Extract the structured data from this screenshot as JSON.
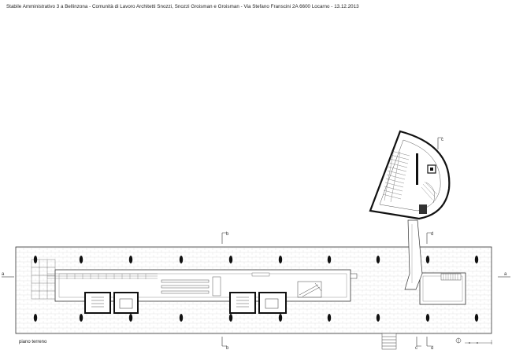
{
  "header": {
    "title": "Stabile Amministrativo 3 a Bellinzona",
    "architects": "Comunità di Lavoro Architetti Snozzi, Snozzi Groisman e Groisman",
    "address": "Via Stefano Franscini 2A 6600 Locarno",
    "date": "13.12.2013",
    "separator": " - "
  },
  "plan": {
    "floor_label": "piano terreno",
    "section_markers": {
      "a": "a",
      "b": "b",
      "c": "c",
      "d": "d"
    }
  },
  "colors": {
    "line": "#222222",
    "wall": "#111111",
    "paving": "#d9d9d9"
  }
}
